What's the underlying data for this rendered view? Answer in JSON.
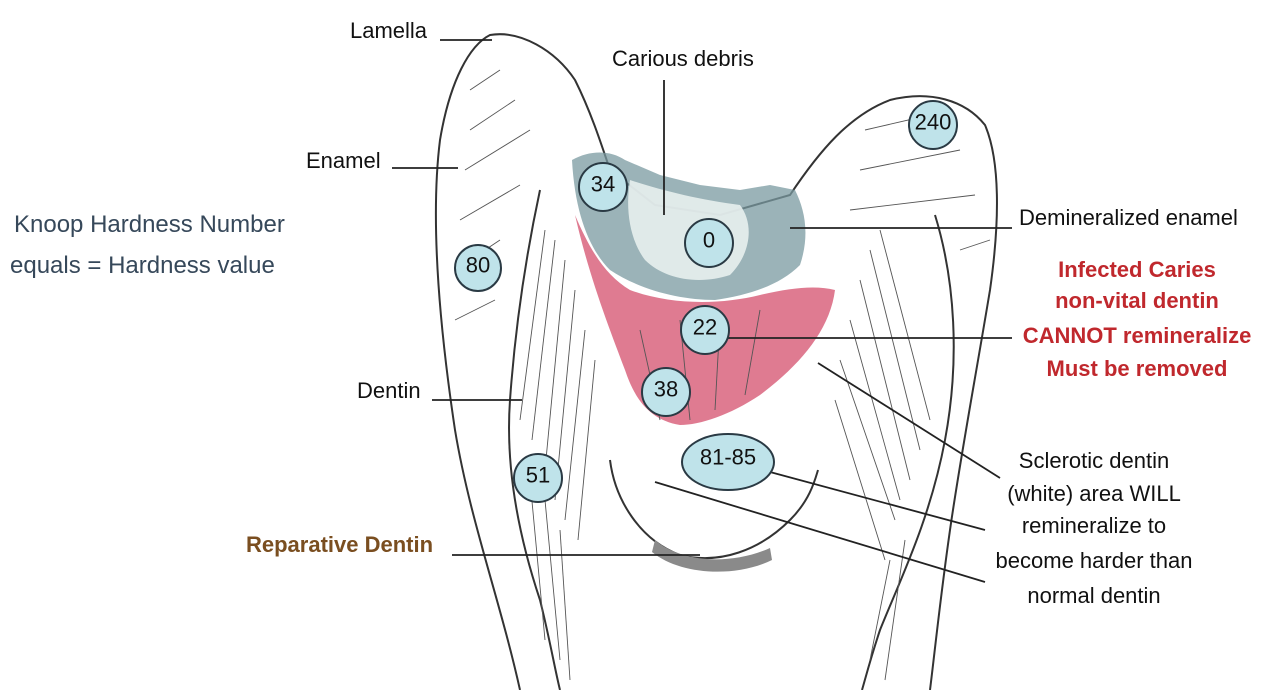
{
  "labels": {
    "lamella": "Lamella",
    "enamel": "Enamel",
    "dentin": "Dentin",
    "carious_debris": "Carious debris",
    "demineralized_enamel": "Demineralized enamel",
    "reparative_dentin": "Reparative Dentin"
  },
  "khn_note": {
    "line1": "Knoop Hardness Number",
    "line2": "equals = Hardness value"
  },
  "infected_note": {
    "line1": "Infected Caries",
    "line2": "non-vital dentin",
    "line3": "CANNOT remineralize",
    "line4": "Must be removed"
  },
  "sclerotic_note": {
    "line1": "Sclerotic dentin",
    "line2": "(white) area WILL",
    "line3": "remineralize to",
    "line4": "become harder than",
    "line5": "normal dentin"
  },
  "hardness_values": {
    "enamel_right": "240",
    "enamel_left": "80",
    "carious_top": "34",
    "debris": "0",
    "infected": "22",
    "affected": "38",
    "sclerotic": "81-85",
    "dentin_left": "51"
  },
  "colors": {
    "infected_dentin": "#d9647e",
    "demineralized_enamel": "#7a9aa0",
    "marker_fill": "#bfe3ea",
    "red_text": "#c0282d",
    "brown_text": "#7a4e20",
    "side_text": "#36485a"
  }
}
